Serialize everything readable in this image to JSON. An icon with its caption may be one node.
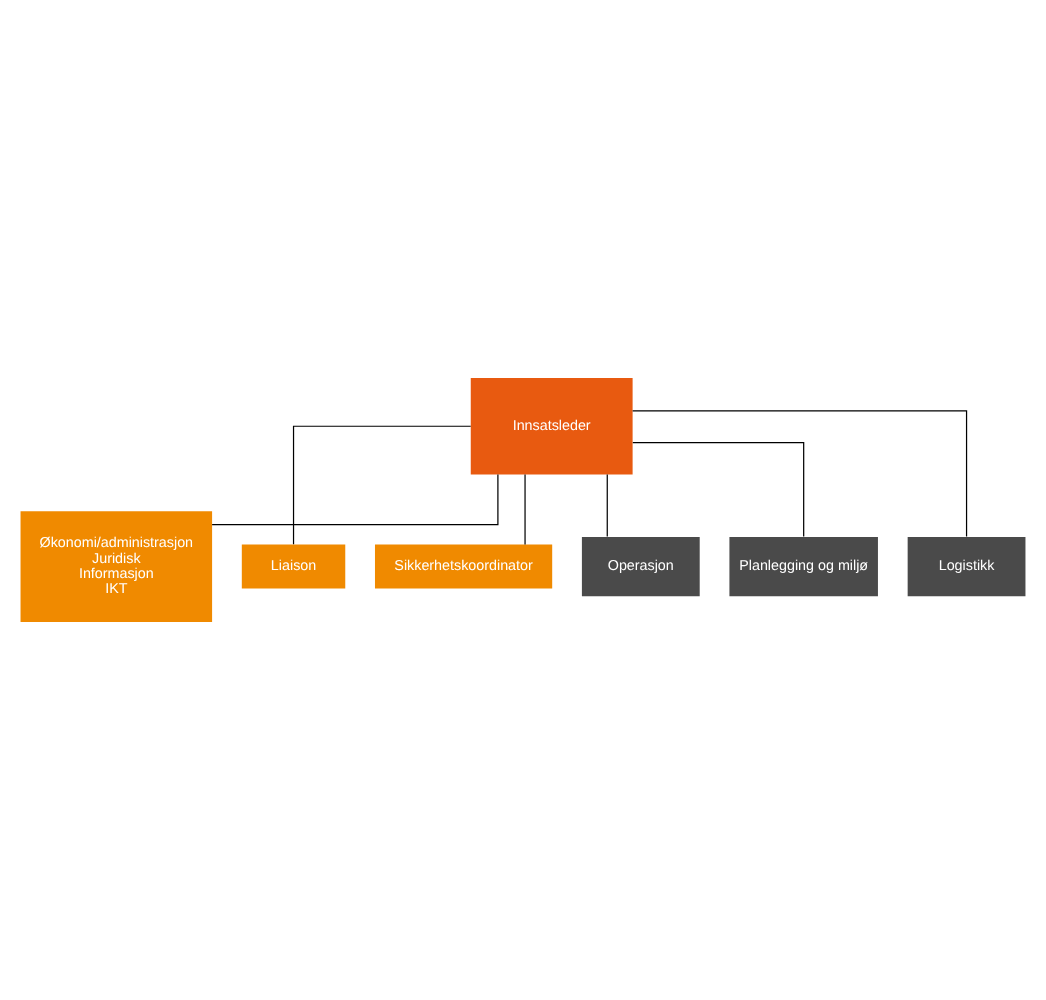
{
  "diagram": {
    "nodes": [
      {
        "text": [
          "Innsatsleder"
        ]
      },
      {
        "text": [
          "Liaison"
        ]
      },
      {
        "text": [
          "Økonomi/administrasjon",
          "Juridisk",
          "Informasjon",
          "IKT"
        ]
      },
      {
        "text": [
          "Sikkerhetskoordinator"
        ]
      },
      {
        "text": [
          "Operasjon"
        ]
      },
      {
        "text": [
          "Planlegging og miljø"
        ]
      },
      {
        "text": [
          "Logistikk"
        ]
      }
    ],
    "edges": [
      {
        "from": 0,
        "to": 1,
        "arrow": "none"
      },
      {
        "from": 0,
        "to": 2,
        "arrow": "none"
      },
      {
        "from": 0,
        "to": 3,
        "arrow": "none"
      },
      {
        "from": 0,
        "to": 4,
        "arrow": "none"
      },
      {
        "from": 0,
        "to": 5,
        "arrow": "none"
      },
      {
        "from": 0,
        "to": 6,
        "arrow": "none"
      }
    ]
  }
}
